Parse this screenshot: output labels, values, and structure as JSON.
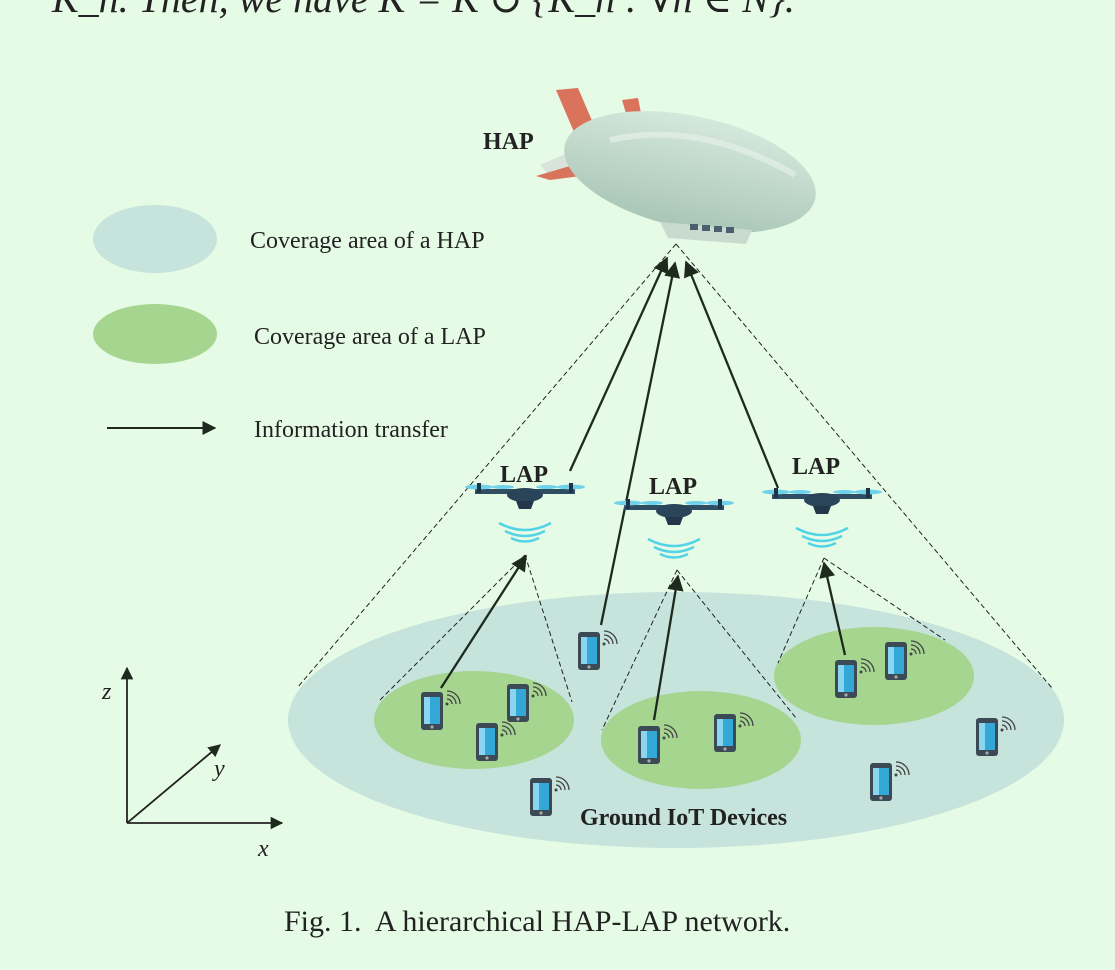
{
  "top_text": "K_n. Then, we have K = K ∪ {K_n : ∀n ∈ N}.",
  "legend": {
    "hap_coverage": "Coverage area of a HAP",
    "lap_coverage": "Coverage area of a LAP",
    "info_transfer": "Information transfer"
  },
  "labels": {
    "hap": "HAP",
    "lap1": "LAP",
    "lap2": "LAP",
    "lap3": "LAP",
    "ground": "Ground IoT Devices"
  },
  "axes": {
    "x": "x",
    "y": "y",
    "z": "z"
  },
  "caption": "Fig. 1.  A hierarchical HAP-LAP network.",
  "colors": {
    "background": "#e6fbe6",
    "hap_coverage": "#c6e3dc",
    "lap_coverage": "#a6d590",
    "arrow": "#1e2a1e"
  }
}
